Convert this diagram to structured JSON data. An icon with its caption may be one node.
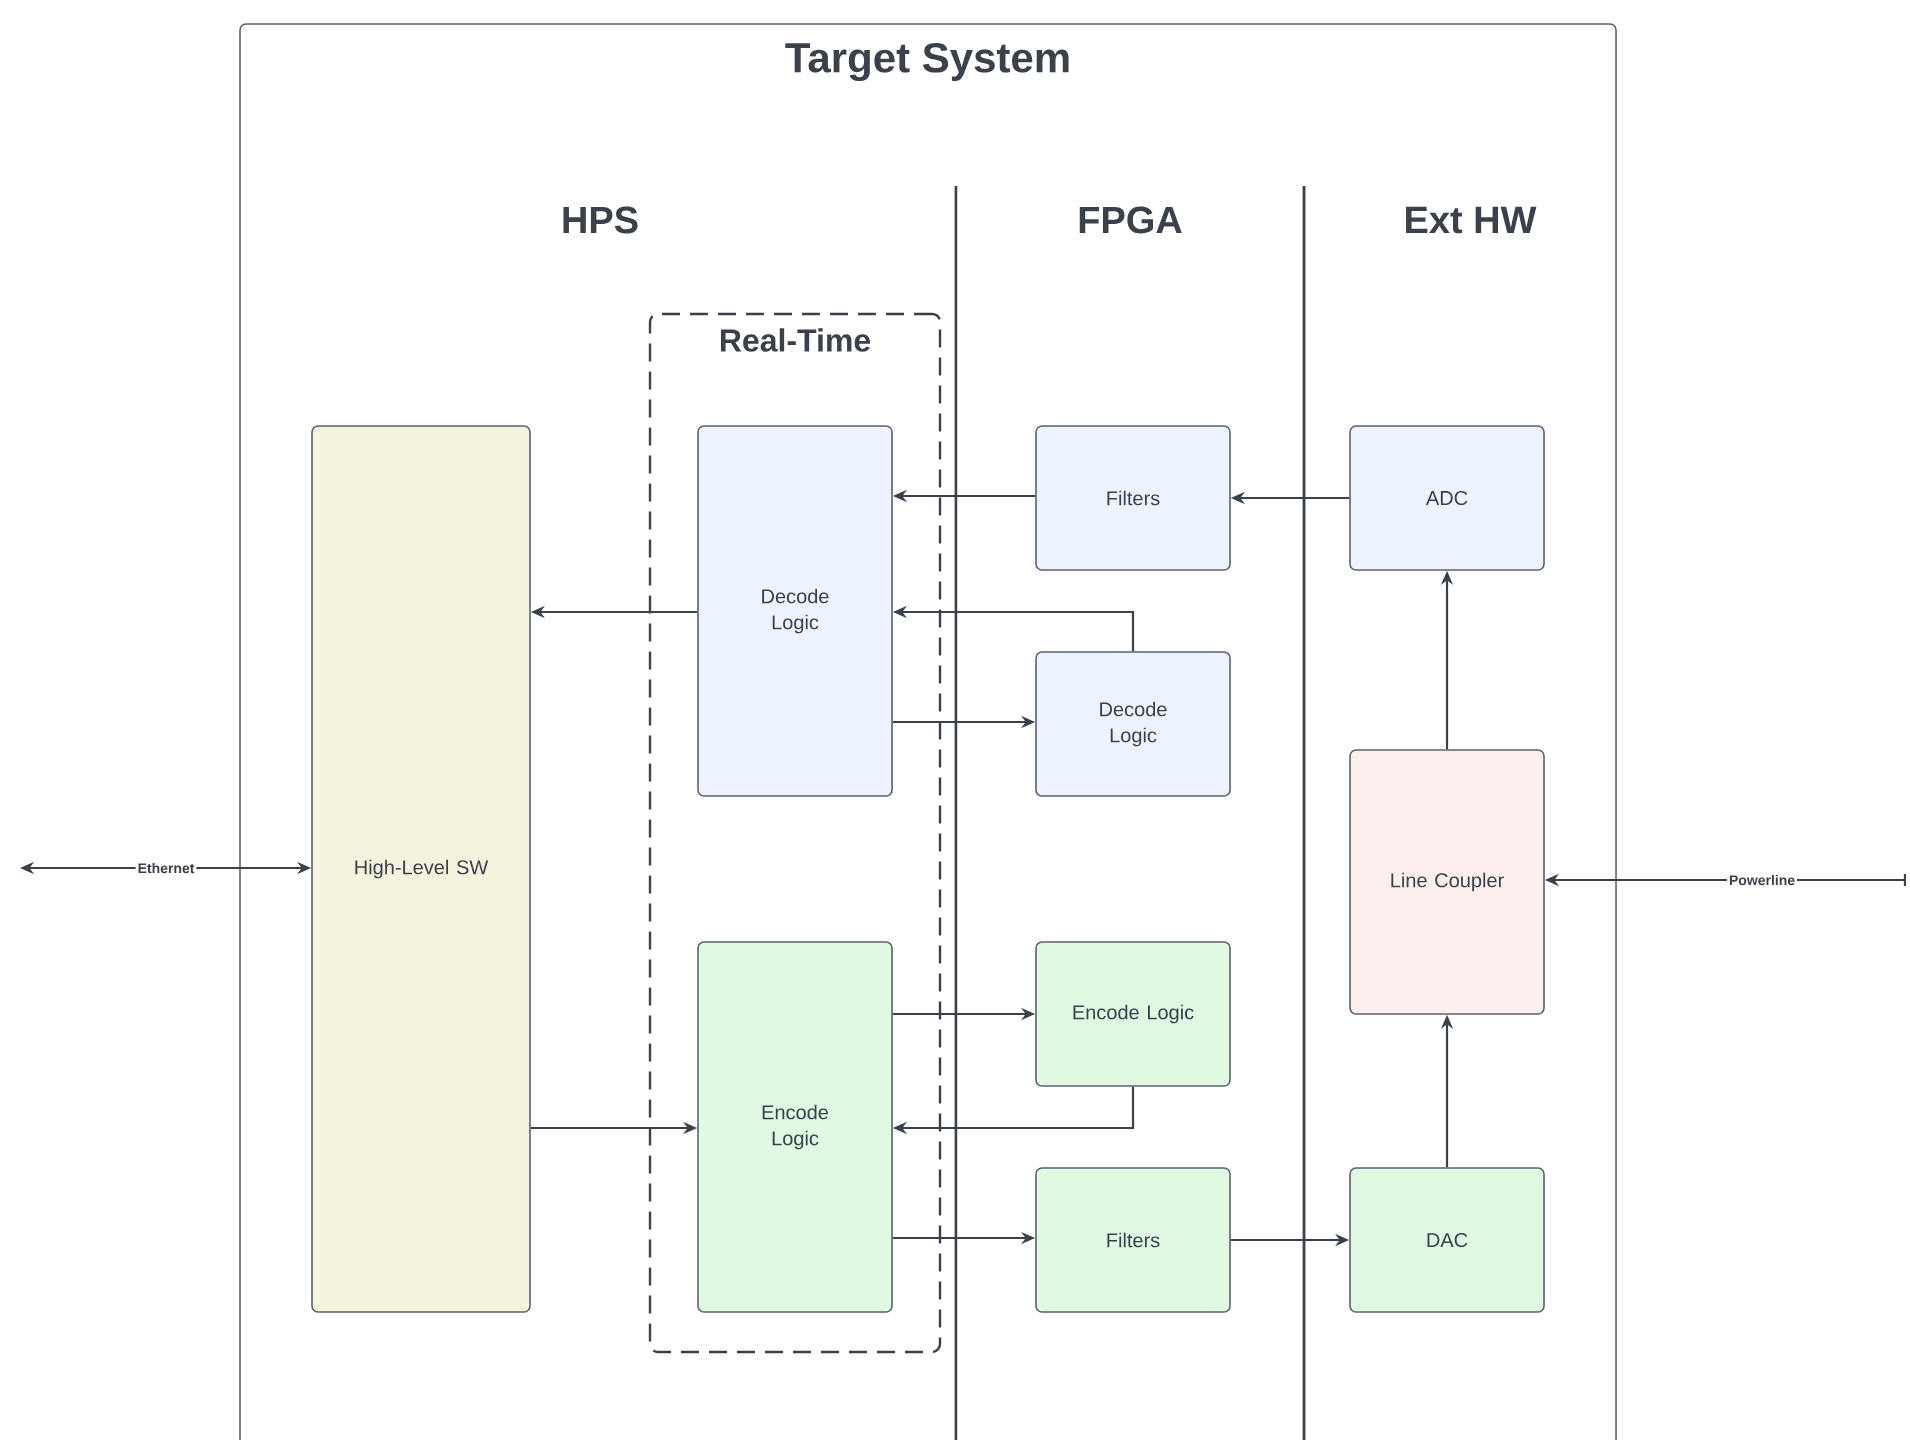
{
  "diagram": {
    "nodes": [
      {
        "text": [
          "Target System"
        ]
      },
      {
        "text": [
          "Real-Time"
        ],
        "in": 0
      },
      {
        "text": [
          "High-Level SW"
        ],
        "in": 0
      },
      {
        "text": [
          "Decode Logic"
        ],
        "in": 1
      },
      {
        "text": [
          "Encode Logic"
        ],
        "in": 1
      },
      {
        "text": [
          "Filters"
        ],
        "in": 0
      },
      {
        "text": [
          "Decode Logic"
        ],
        "in": 0
      },
      {
        "text": [
          "Encode Logic"
        ],
        "in": 0
      },
      {
        "text": [
          "Filters"
        ],
        "in": 0
      },
      {
        "text": [
          "ADC"
        ],
        "in": 0
      },
      {
        "text": [
          "Line Coupler"
        ],
        "in": 0
      },
      {
        "text": [
          "DAC"
        ],
        "in": 0
      }
    ],
    "edges": [
      {
        "from": null,
        "to": 2,
        "arrow": "both",
        "label": "Ethernet"
      },
      {
        "from": 9,
        "to": 5,
        "arrow": "to"
      },
      {
        "from": 5,
        "to": 3,
        "arrow": "to"
      },
      {
        "from": 3,
        "to": 2,
        "arrow": "to"
      },
      {
        "from": 6,
        "to": 3,
        "arrow": "to"
      },
      {
        "from": 3,
        "to": 6,
        "arrow": "to"
      },
      {
        "from": 10,
        "to": 9,
        "arrow": "to"
      },
      {
        "from": 4,
        "to": 7,
        "arrow": "to"
      },
      {
        "from": 2,
        "to": 4,
        "arrow": "to"
      },
      {
        "from": 7,
        "to": 4,
        "arrow": "to"
      },
      {
        "from": 4,
        "to": 8,
        "arrow": "to"
      },
      {
        "from": 8,
        "to": 11,
        "arrow": "to"
      },
      {
        "from": 11,
        "to": 10,
        "arrow": "to"
      },
      {
        "from": null,
        "to": 10,
        "arrow": "to",
        "label": "Powerline"
      }
    ],
    "labels": [
      "HPS",
      "FPGA",
      "Ext HW"
    ]
  }
}
